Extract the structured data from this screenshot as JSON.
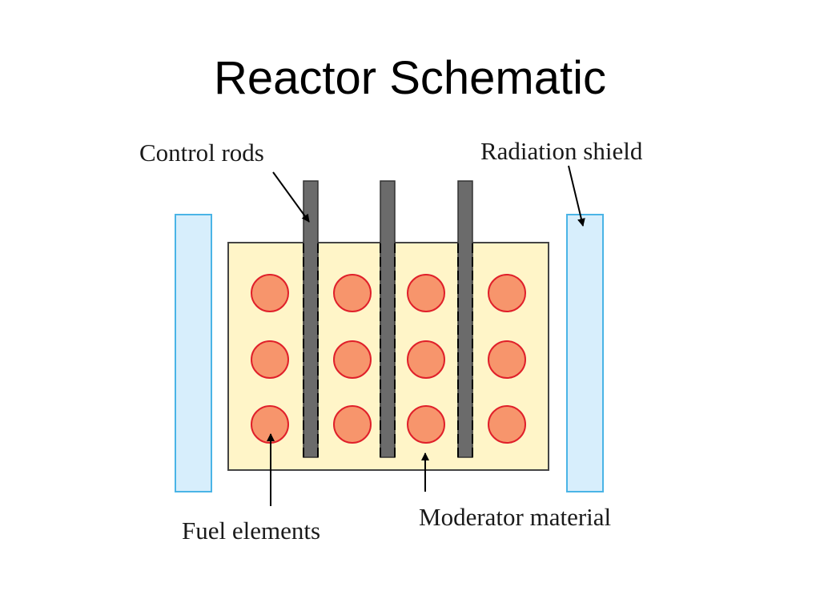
{
  "title": "Reactor Schematic",
  "labels": {
    "control_rods": "Control rods",
    "radiation_shield": "Radiation shield",
    "fuel_elements": "Fuel elements",
    "moderator_material": "Moderator material"
  },
  "colors": {
    "shield_fill": "#d7eefc",
    "shield_stroke": "#4ab4e6",
    "moderator_fill": "#fff5c8",
    "moderator_stroke": "#444444",
    "fuel_fill": "#f7956c",
    "fuel_stroke": "#e0202a",
    "rod_fill": "#6b6b6b",
    "rod_stroke": "#333333"
  }
}
